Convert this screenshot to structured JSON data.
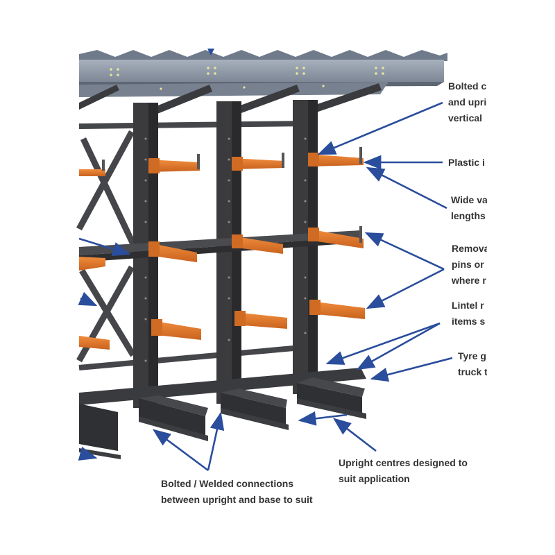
{
  "colors": {
    "upright": "#3c3c3e",
    "arm": "#e07a2e",
    "arrow": "#2a4d9c",
    "roof": "#8e99a8",
    "text": "#333333"
  },
  "callouts": {
    "roof_bolted": [
      "Bolted c",
      "and upri",
      "vertical"
    ],
    "plastic": [
      "Plastic i"
    ],
    "wide": [
      "Wide va",
      "lengths"
    ],
    "removable": [
      "Remova",
      "pins or",
      "where r"
    ],
    "lintel": [
      "Lintel r",
      "items s"
    ],
    "tyre": [
      "Tyre g",
      "truck t"
    ],
    "upright_centres": [
      "Upright centres designed to",
      "suit application"
    ],
    "base_connections": [
      "Bolted / Welded connections",
      "between upright and base to suit"
    ]
  }
}
